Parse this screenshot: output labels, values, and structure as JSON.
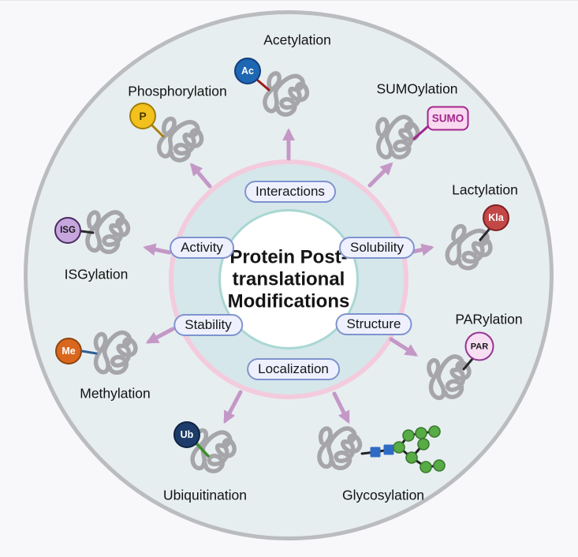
{
  "title": {
    "line1": "Protein Post-",
    "line2": "translational",
    "line3": "Modifications"
  },
  "hub": {
    "labels": [
      "Interactions",
      "Activity",
      "Solubility",
      "Stability",
      "Structure",
      "Localization"
    ]
  },
  "modifications": [
    {
      "name": "Acetylation",
      "badge": "Ac",
      "badge_fill": "#1e67b2",
      "badge_border": "#123f7c",
      "badge_text": "#ffffff",
      "connector": "#9b1c1c"
    },
    {
      "name": "SUMOylation",
      "badge": "SUMO",
      "badge_fill": "#f9d9f0",
      "badge_border": "#a3268d",
      "badge_text": "#a3268d",
      "connector": "#a3268d"
    },
    {
      "name": "Lactylation",
      "badge": "Kla",
      "badge_fill": "#c24848",
      "badge_border": "#7e2020",
      "badge_text": "#ffffff",
      "connector": "#2a2a2a"
    },
    {
      "name": "PARylation",
      "badge": "PAR",
      "badge_fill": "#f7def2",
      "badge_border": "#95368f",
      "badge_text": "#1a1a1a",
      "connector": "#2a2a2a"
    },
    {
      "name": "Glycosylation"
    },
    {
      "name": "Ubiquitination",
      "badge": "Ub",
      "badge_fill": "#1d3c6a",
      "badge_border": "#0e2342",
      "badge_text": "#ffffff",
      "connector": "#3f8f2a"
    },
    {
      "name": "Methylation",
      "badge": "Me",
      "badge_fill": "#d9671e",
      "badge_border": "#8f450e",
      "badge_text": "#ffffff",
      "connector": "#2d5f93"
    },
    {
      "name": "ISGylation",
      "badge": "ISG",
      "badge_fill": "#c7a6dd",
      "badge_border": "#4a2a62",
      "badge_text": "#1a1a1a",
      "connector": "#2a2a2a"
    },
    {
      "name": "Phosphorylation",
      "badge": "P",
      "badge_fill": "#f3c11d",
      "badge_border": "#a07d08",
      "badge_text": "#4a3a00",
      "connector": "#a8820a"
    }
  ],
  "colors": {
    "background": "#f8f8fb",
    "outer_circle_fill": "#e7eef0",
    "outer_circle_border": "#bbbcbf",
    "hub_ring_fill": "#d5e7ea",
    "hub_ring_border": "#f3cbdd",
    "center_fill": "#ffffff",
    "center_border": "#a9d7d3",
    "pill_fill": "#eef1fd",
    "pill_border": "#7f93cf",
    "arrow": "#c498c6",
    "protein": "#a6a6aa",
    "glycan_square": "#2f6bc4",
    "glycan_circle": "#57ac45",
    "glycan_circle_border": "#3a7a2e",
    "glycan_line": "#222222"
  }
}
